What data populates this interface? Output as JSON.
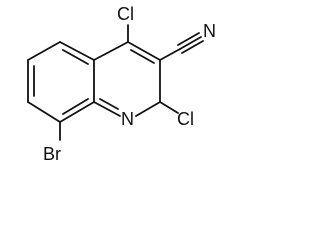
{
  "molecule": {
    "atoms": {
      "cl_top": "Cl",
      "cl_right": "Cl",
      "nitrogen_ring": "N",
      "nitrogen_nitrile": "N",
      "bromine": "Br"
    },
    "colors": {
      "ink": "#111111",
      "background": "#ffffff"
    }
  }
}
